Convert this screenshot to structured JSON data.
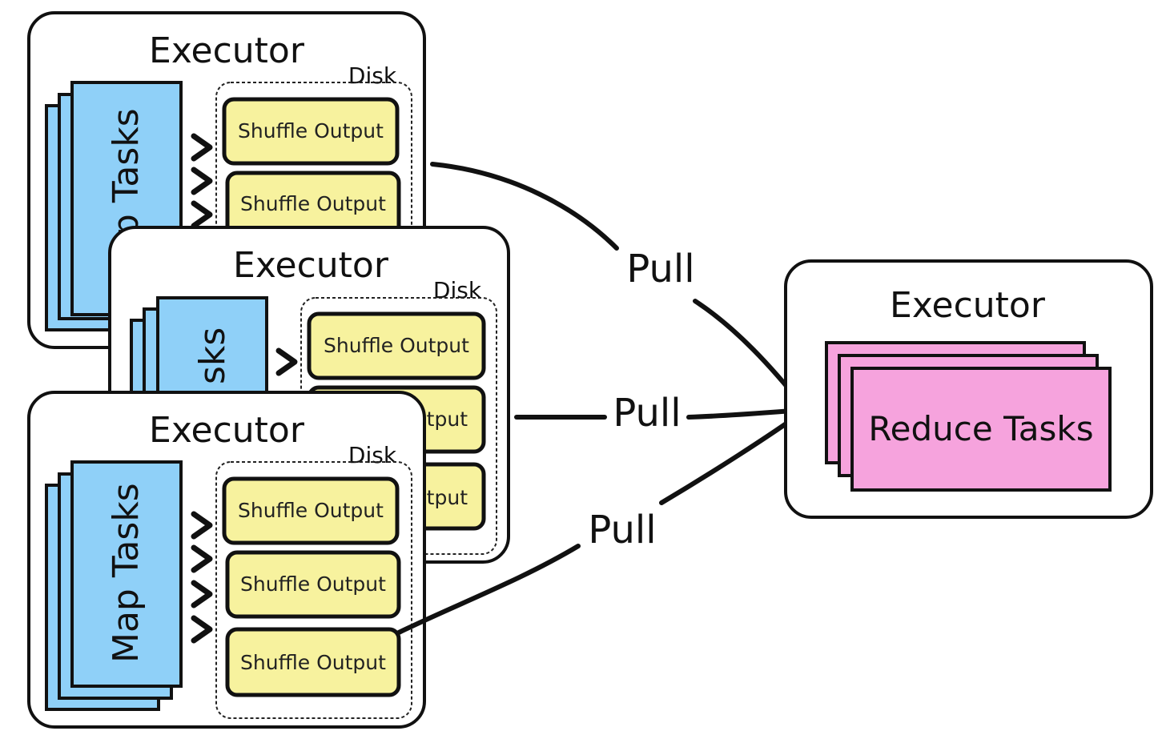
{
  "colors": {
    "map_tasks": "#8fd0f8",
    "shuffle_output": "#f7f29e",
    "reduce_tasks": "#f6a3dd",
    "outline": "#111111",
    "background": "#ffffff"
  },
  "executor_back": {
    "title": "Executor",
    "disk_label": "Disk",
    "map_label": "Map Tasks",
    "outputs": [
      "Shuffle Output",
      "Shuffle Output"
    ]
  },
  "executor_middle": {
    "title": "Executor",
    "disk_label": "Disk",
    "map_label": "sks",
    "outputs": [
      "Shuffle Output",
      "utput",
      "tput"
    ]
  },
  "executor_front": {
    "title": "Executor",
    "disk_label": "Disk",
    "map_label": "Map Tasks",
    "outputs": [
      "Shuffle Output",
      "Shuffle Output",
      "Shuffle Output"
    ]
  },
  "pull_labels": [
    "Pull",
    "Pull",
    "Pull"
  ],
  "executor_reduce": {
    "title": "Executor",
    "reduce_label": "Reduce Tasks"
  }
}
